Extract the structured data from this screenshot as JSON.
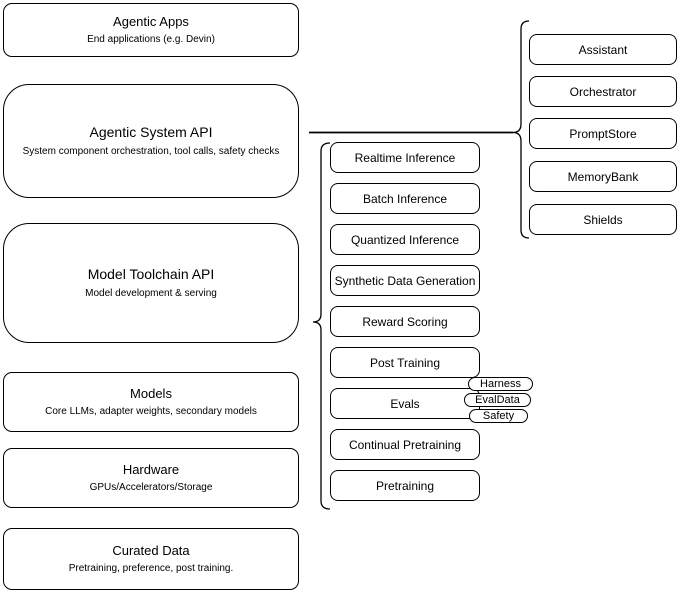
{
  "canvas": {
    "background": "#ffffff",
    "stroke": "#000000",
    "text": "#000000"
  },
  "stack_nodes": [
    {
      "title": "Agentic Apps",
      "subtitle": "End applications (e.g. Devin)"
    },
    {
      "title": "Agentic System API",
      "subtitle": "System component orchestration, tool calls, safety checks"
    },
    {
      "title": "Model Toolchain API",
      "subtitle": "Model development & serving"
    },
    {
      "title": "Models",
      "subtitle": "Core LLMs, adapter weights, secondary models"
    },
    {
      "title": "Hardware",
      "subtitle": "GPUs/Accelerators/Storage"
    },
    {
      "title": "Curated Data",
      "subtitle": "Pretraining, preference, post training."
    }
  ],
  "toolchain_api_components": [
    "Realtime Inference",
    "Batch Inference",
    "Quantized Inference",
    "Synthetic Data Generation",
    "Reward Scoring",
    "Post Training",
    "Evals",
    "Continual Pretraining",
    "Pretraining"
  ],
  "evals_tags": [
    "Harness",
    "EvalData",
    "Safety"
  ],
  "system_api_components": [
    "Assistant",
    "Orchestrator",
    "PromptStore",
    "MemoryBank",
    "Shields"
  ]
}
